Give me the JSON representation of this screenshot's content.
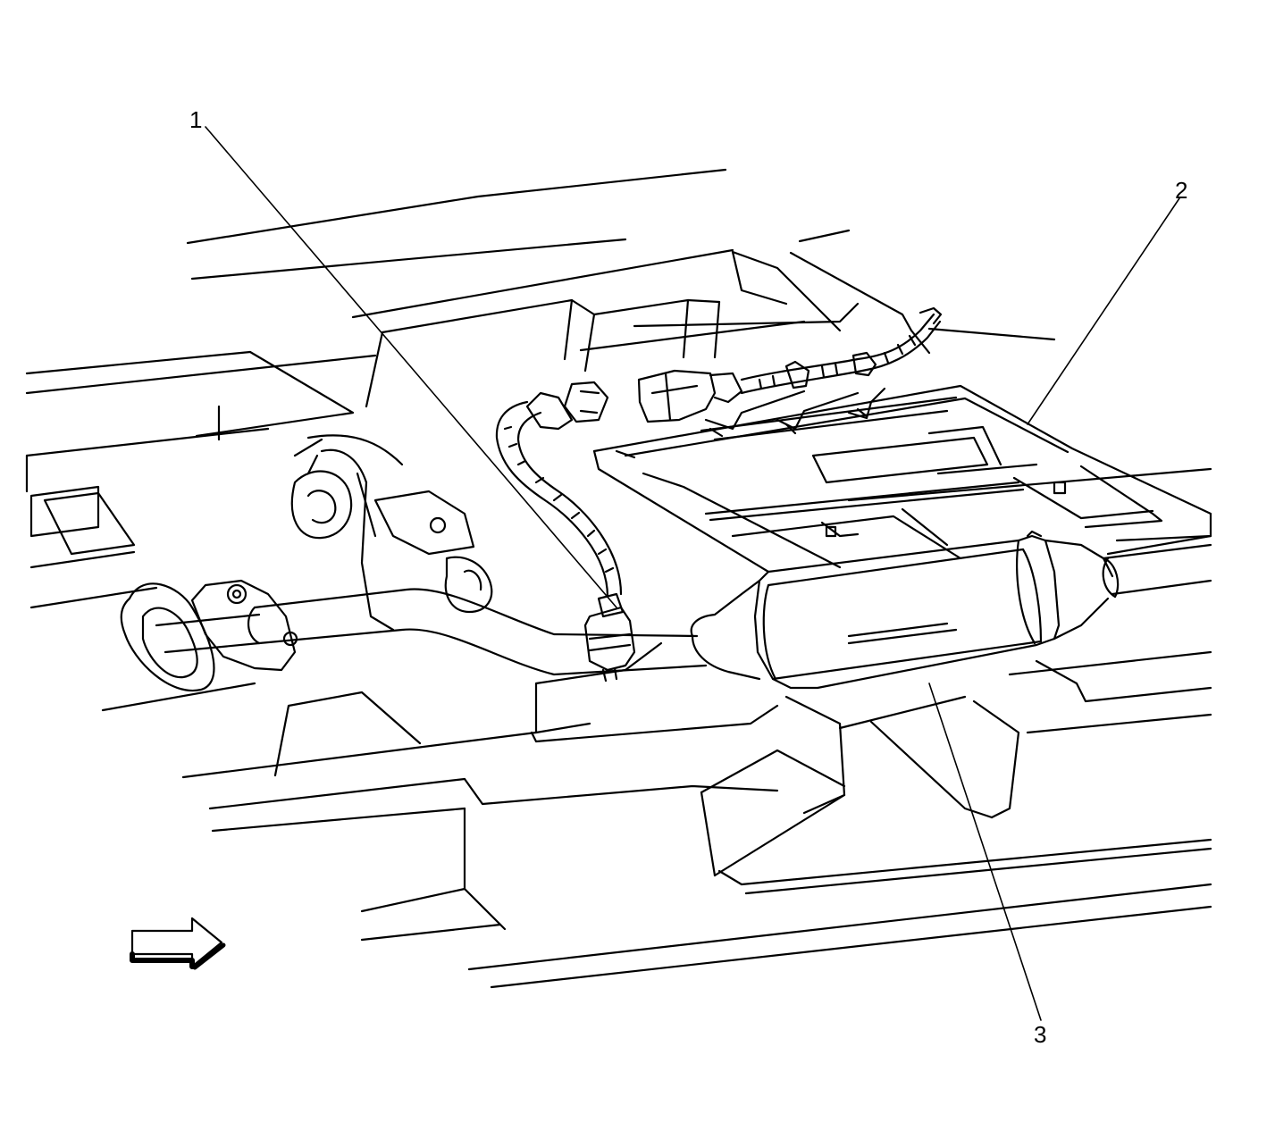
{
  "callouts": [
    {
      "id": "1",
      "label": "1"
    },
    {
      "id": "2",
      "label": "2"
    },
    {
      "id": "3",
      "label": "3"
    }
  ],
  "colors": {
    "line": "#000000",
    "background": "#ffffff"
  },
  "icons": {
    "direction_arrow": "right-arrow-icon"
  }
}
